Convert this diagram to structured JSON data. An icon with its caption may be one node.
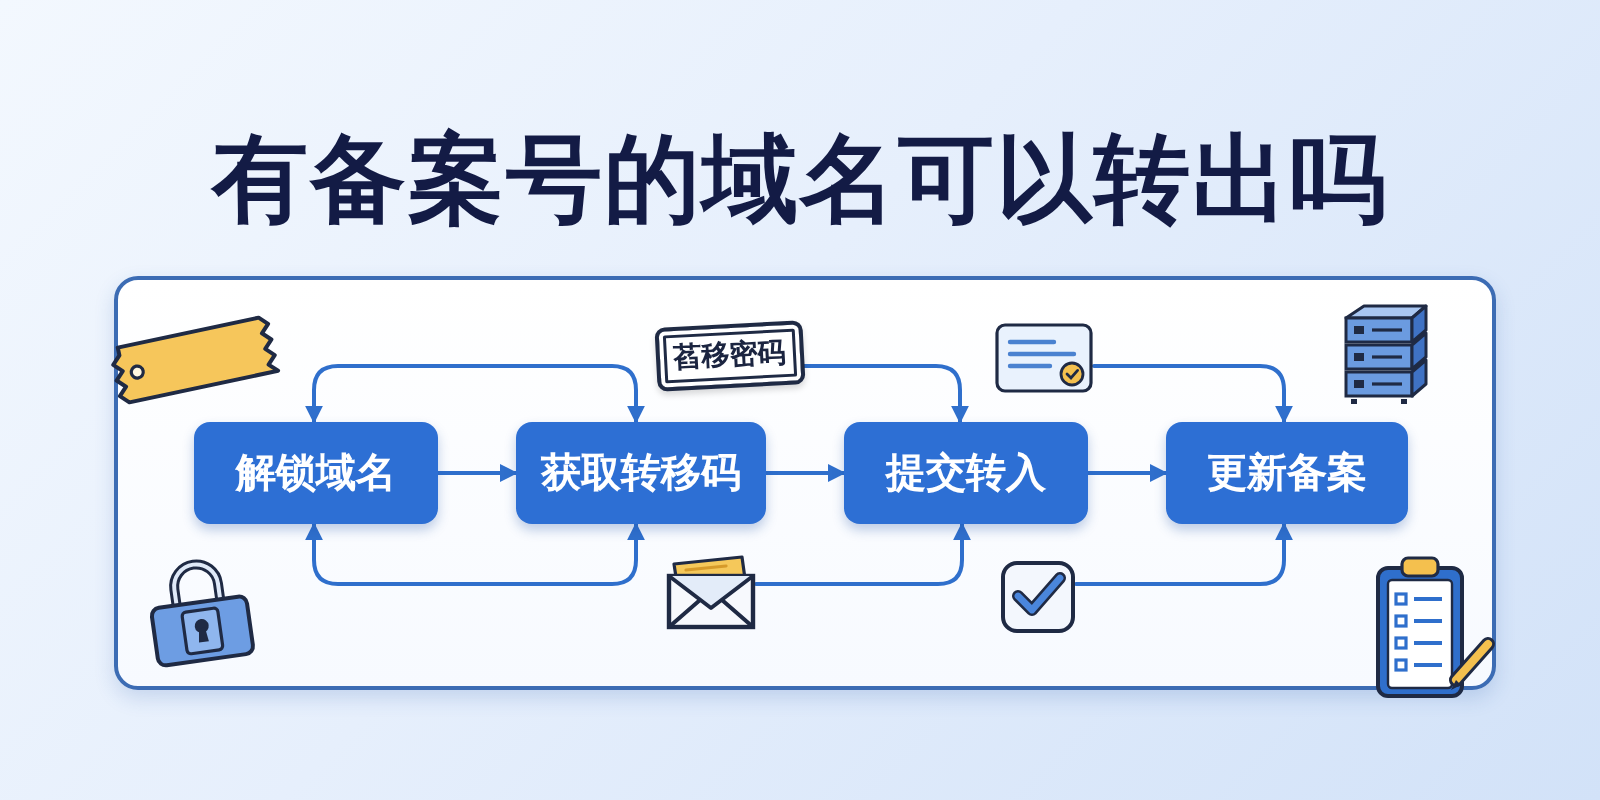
{
  "diagram": {
    "title": "有备案号的域名可以转出吗",
    "nodes": [
      {
        "text": [
          "解锁域名"
        ]
      },
      {
        "text": [
          "获取转移码"
        ]
      },
      {
        "text": [
          "提交转入"
        ]
      },
      {
        "text": [
          "更新备案"
        ]
      },
      {
        "text": [
          "萏移密码"
        ]
      },
      {
        "text": [],
        "shape": "card"
      },
      {
        "text": [],
        "shape": "envelope"
      },
      {
        "text": [],
        "shape": "checkbox"
      }
    ],
    "edges": [
      {
        "from": 0,
        "to": 1,
        "arrow": "both"
      },
      {
        "from": 0,
        "to": 1,
        "arrow": "both"
      },
      {
        "from": 0,
        "to": 1,
        "arrow": "to"
      },
      {
        "from": 1,
        "to": 2,
        "arrow": "to"
      },
      {
        "from": 2,
        "to": 3,
        "arrow": "to"
      },
      {
        "from": 4,
        "to": 2,
        "arrow": "to"
      },
      {
        "from": 5,
        "to": 3,
        "arrow": "to"
      },
      {
        "from": 6,
        "to": 2,
        "arrow": "to"
      },
      {
        "from": 7,
        "to": 3,
        "arrow": "to"
      }
    ]
  }
}
